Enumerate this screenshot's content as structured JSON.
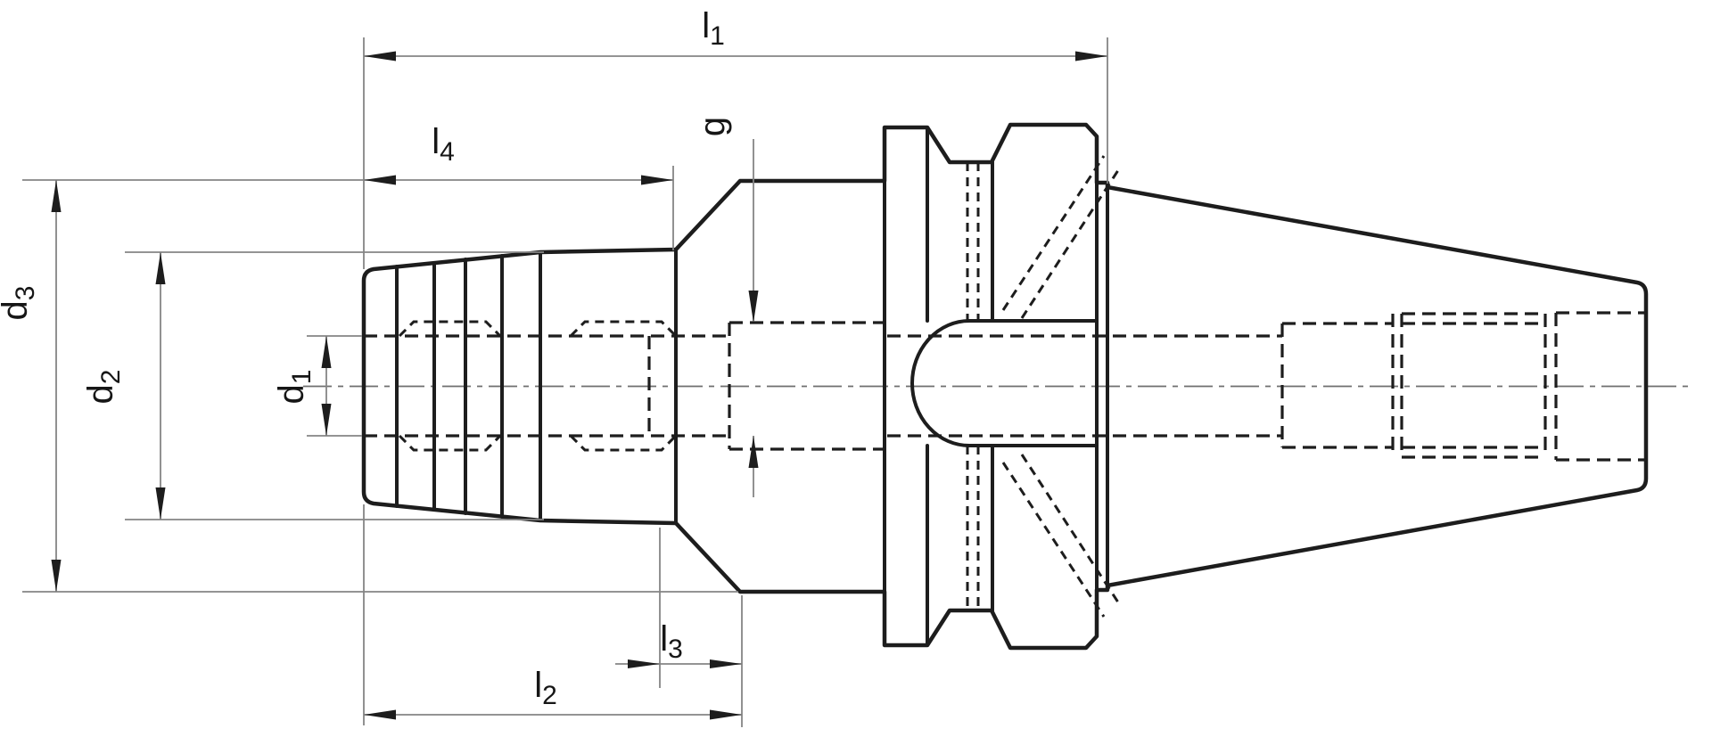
{
  "drawing": {
    "type": "technical-dimension-drawing",
    "subject": "Collet chuck tool holder with steep taper shank, side section view",
    "view": "side elevation with hidden lines and centerline",
    "background_color": "#ffffff",
    "line_color": "#1d1d1d",
    "dimension_line_color": "#858585"
  },
  "labels": {
    "l1": {
      "main": "l",
      "sub": "1"
    },
    "l2": {
      "main": "l",
      "sub": "2"
    },
    "l3": {
      "main": "l",
      "sub": "3"
    },
    "l4": {
      "main": "l",
      "sub": "4"
    },
    "g": {
      "main": "g",
      "sub": ""
    },
    "d1": {
      "main": "d",
      "sub": "1"
    },
    "d2": {
      "main": "d",
      "sub": "2"
    },
    "d3": {
      "main": "d",
      "sub": "3"
    }
  }
}
